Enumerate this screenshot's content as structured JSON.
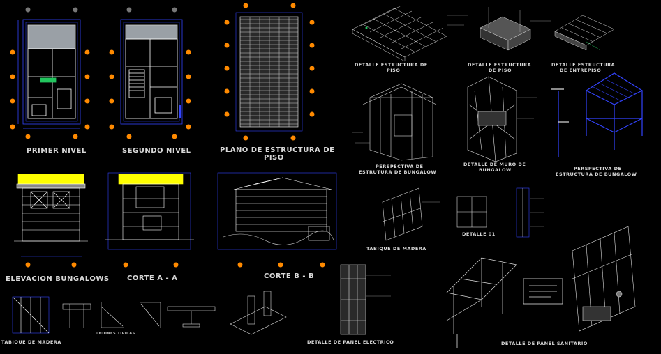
{
  "palette": {
    "background": "#000000",
    "line": "#ffffff",
    "dimension": "#3344ff",
    "axis_marker": "#ff8a00",
    "highlight": "#ffff00",
    "accent_green": "#22c55e",
    "ceiling": "#9aa0a6"
  },
  "labels": {
    "primer_nivel": "PRIMER NIVEL",
    "segundo_nivel": "SEGUNDO NIVEL",
    "plano_estructura_1": "PLANO DE  ESTRUCTURA DE",
    "plano_estructura_2": "PISO",
    "detalle_estructura_piso_a_1": "DETALLE ESTRUCTURA DE",
    "detalle_estructura_piso_a_2": "PISO",
    "detalle_estructura_piso_b_1": "DETALLE ESTRUCTURA",
    "detalle_estructura_piso_b_2": "DE PISO",
    "detalle_entrepiso_1": "DETALLE ESTRUCTURA",
    "detalle_entrepiso_2": "DE ENTREPISO",
    "perspectiva_estructura_1": "PERSPECTIVA DE",
    "perspectiva_estructura_2": "ESTRUTURA DE BUNGALOW",
    "detalle_muro_1": "DETALLE DE MURO DE",
    "detalle_muro_2": "BUNGALOW",
    "perspectiva_bungalow_1": "PERSPECTIVA DE",
    "perspectiva_bungalow_2": "ESTRUCTURA DE BUNGALOW",
    "elevacion": "ELEVACION BUNGALOWS",
    "corte_a": "CORTE A - A",
    "corte_b": "CORTE B - B",
    "tabique_madera_top": "TABIQUE DE MADERA",
    "detalle_01": "DETALLE 01",
    "tabique_madera_bottom": "TABIQUE DE MADERA",
    "uniones_tipicas": "UNIONES TIPICAS",
    "panel_electrico": "DETALLE DE PANEL ELECTRICO",
    "panel_sanitario": "DETALLE DE PANEL SANITARIO"
  }
}
